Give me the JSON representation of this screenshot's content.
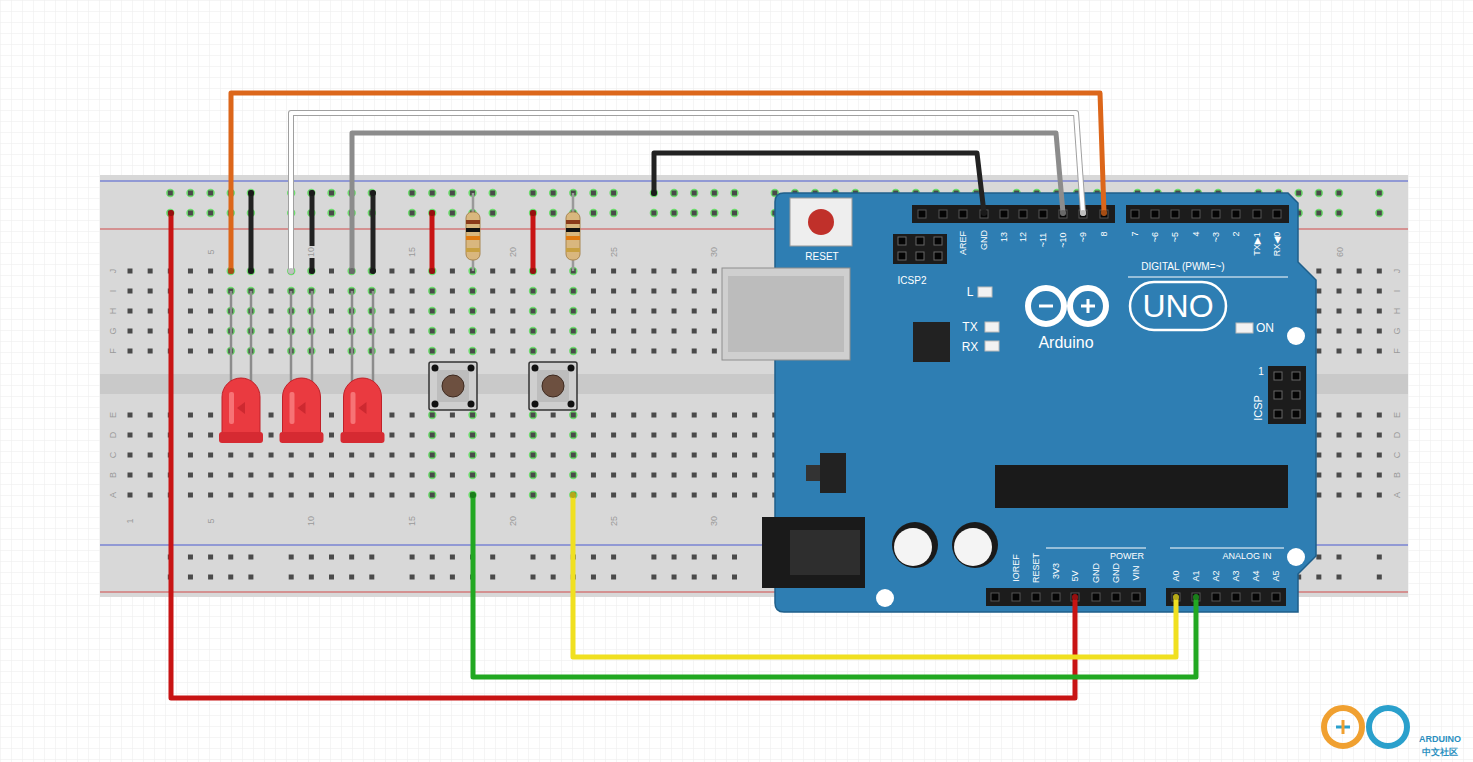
{
  "diagram": {
    "labels": [
      "RESET",
      "ICSP2",
      "AREF",
      "GND",
      "13",
      "12",
      "~11",
      "~10",
      "~9",
      "8",
      "7",
      "~6",
      "~5",
      "4",
      "~3",
      "2",
      "TX▶1",
      "RX◀0",
      "DIGITAL (PWM=~)",
      "L",
      "TX",
      "RX",
      "UNO",
      "Arduino",
      "ON",
      "ICSP",
      "1",
      "IOREF",
      "RESET",
      "3V3",
      "5V",
      "GND",
      "GND",
      "VIN",
      "POWER",
      "ANALOG IN",
      "A0",
      "A1",
      "A2",
      "A3",
      "A4",
      "A5",
      "J",
      "I",
      "H",
      "G",
      "F",
      "E",
      "D",
      "C",
      "B",
      "A",
      "J",
      "I",
      "H",
      "G",
      "F",
      "E",
      "D",
      "C",
      "B",
      "A",
      "5",
      "10",
      "15",
      "20",
      "25",
      "30",
      "60",
      "1",
      "5",
      "10",
      "15",
      "20",
      "25",
      "30",
      "ARDUINO",
      "中文社区"
    ]
  }
}
